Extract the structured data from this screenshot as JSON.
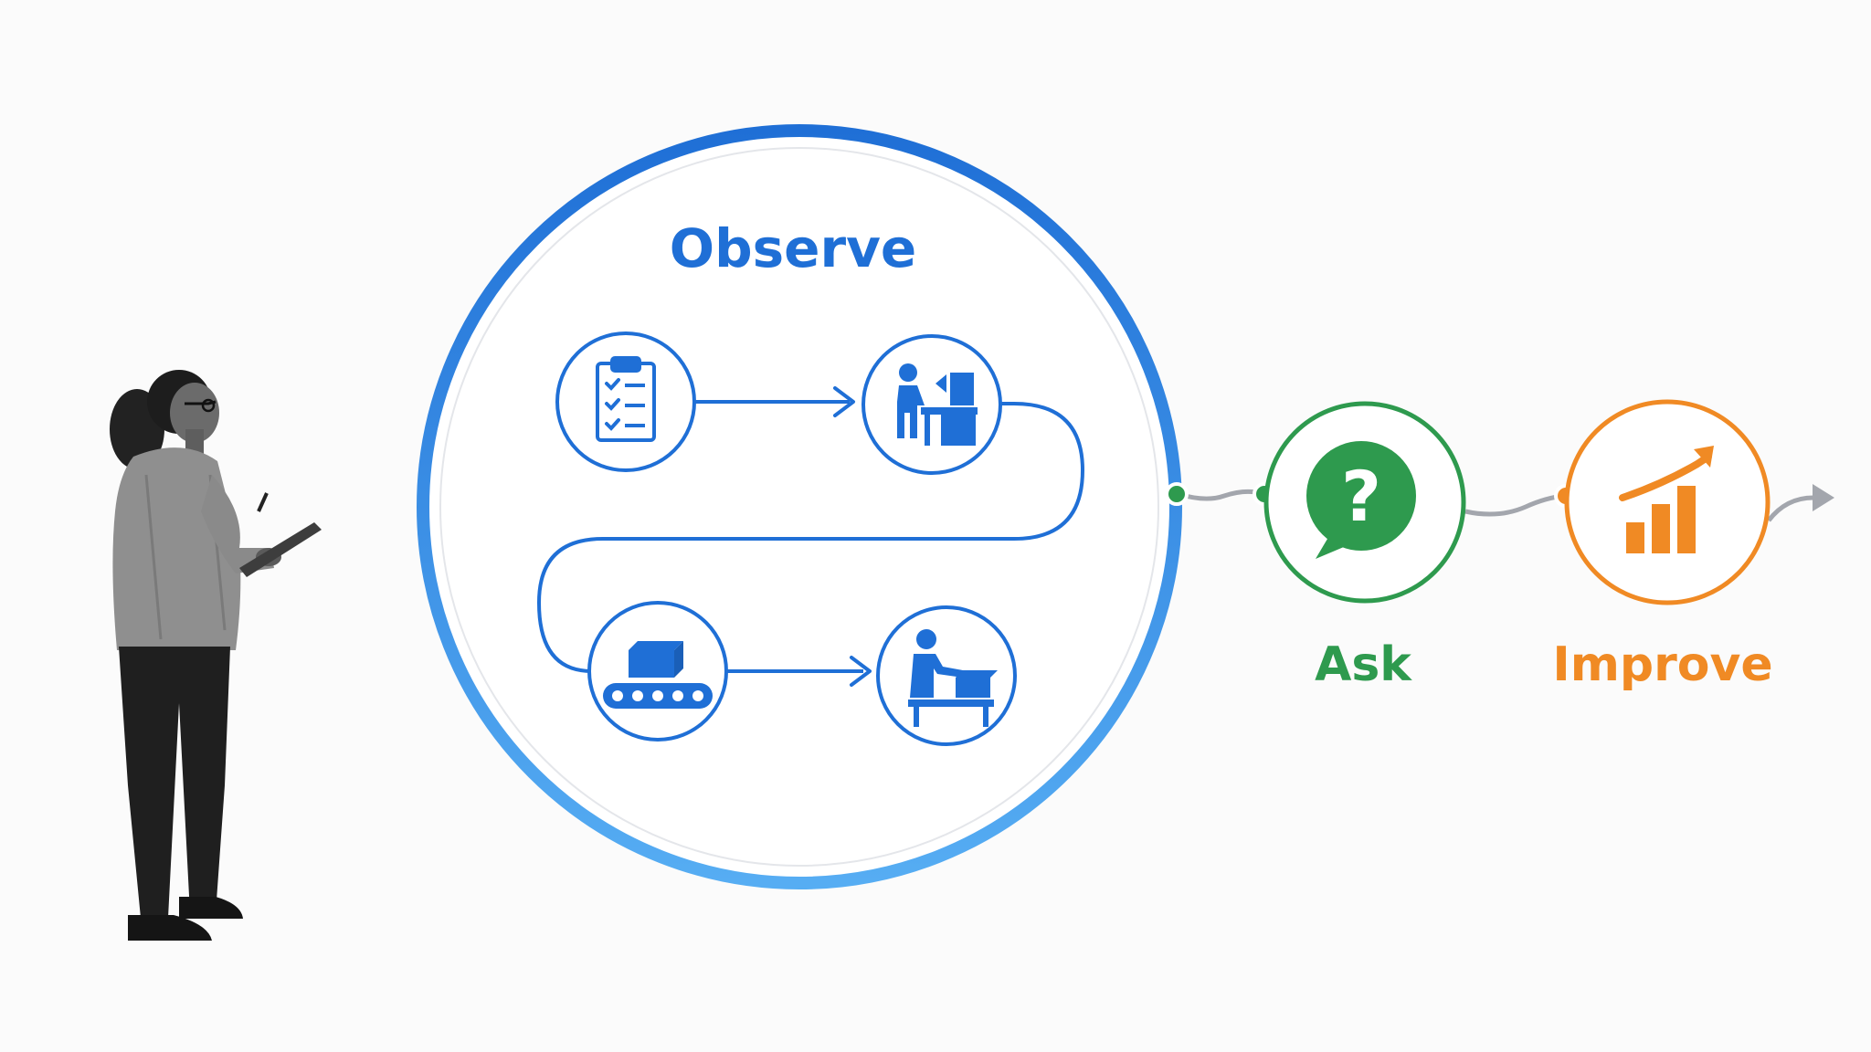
{
  "stages": [
    {
      "id": "observe",
      "label": "Observe",
      "color": "#1f6fd6"
    },
    {
      "id": "ask",
      "label": "Ask",
      "color": "#2e9a4e"
    },
    {
      "id": "improve",
      "label": "Improve",
      "color": "#f08a24"
    }
  ],
  "observe_steps": [
    {
      "icon": "clipboard-checklist-icon"
    },
    {
      "icon": "worker-at-machine-icon"
    },
    {
      "icon": "conveyor-box-icon"
    },
    {
      "icon": "worker-packing-icon"
    }
  ],
  "ask_icon": "question-speech-bubble-icon",
  "improve_icon": "bar-chart-growth-icon",
  "figure": "person-with-clipboard",
  "colors": {
    "blue": "#1f6fd6",
    "blue_light": "#4aa3f0",
    "green": "#2e9a4e",
    "orange": "#f08a24",
    "connector": "#a3a6ad",
    "background": "#fbfbfb"
  }
}
